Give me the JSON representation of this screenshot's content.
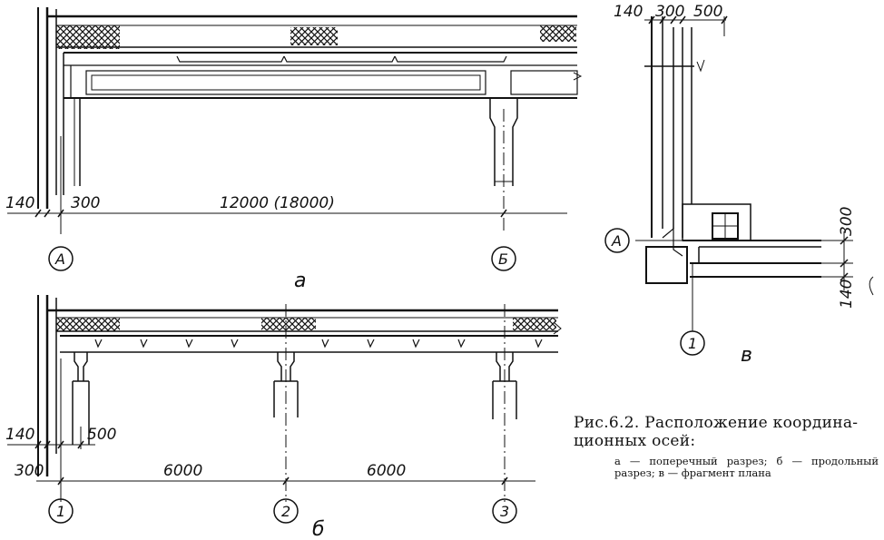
{
  "figure_a": {
    "dims": {
      "left": "140",
      "offset": "300",
      "span": "12000 (18000)"
    },
    "axes": {
      "left": "А",
      "right": "Б"
    },
    "label": "а"
  },
  "figure_b": {
    "dims": {
      "left": "140",
      "offset_top": "500",
      "offset_bottom": "300",
      "span1": "6000",
      "span2": "6000"
    },
    "axes": {
      "a1": "1",
      "a2": "2",
      "a3": "3"
    },
    "label": "б"
  },
  "figure_c": {
    "dims": {
      "top1": "140",
      "top2": "300",
      "top3": "500",
      "right_top": "300",
      "right_bottom": "140"
    },
    "axes": {
      "horizontal": "А",
      "vertical": "1"
    },
    "label": "в"
  },
  "caption": {
    "title_line1": "Рис.6.2. Расположение координа-",
    "title_line2": "ционных осей:",
    "description": "а — поперечный разрез; б — продольный разрез; в — фрагмент плана"
  }
}
